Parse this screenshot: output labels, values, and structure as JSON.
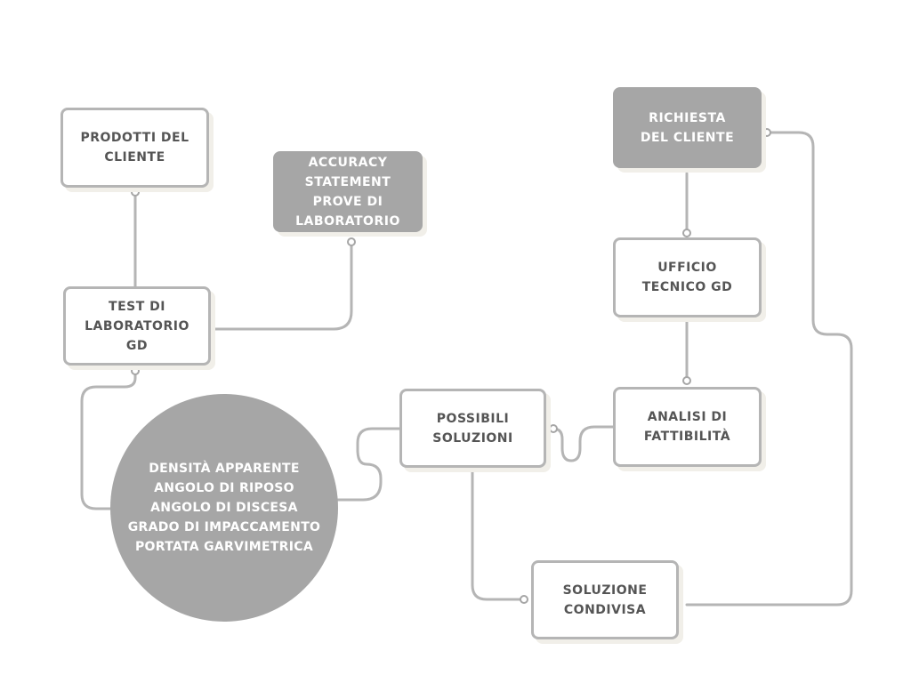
{
  "nodes": {
    "prodotti_cliente": "PRODOTTI DEL\nCLIENTE",
    "accuracy_statement": "ACCURACY\nSTATEMENT\nPROVE DI\nLABORATORIO",
    "test_laboratorio": "TEST DI\nLABORATORIO\nGD",
    "richiesta_cliente": "RICHIESTA\nDEL CLIENTE",
    "ufficio_tecnico": "UFFICIO\nTECNICO GD",
    "analisi_fattibilita": "ANALISI DI\nFATTIBILITÀ",
    "possibili_soluzioni": "POSSIBILI\nSOLUZIONI",
    "soluzione_condivisa": "SOLUZIONE\nCONDIVISA",
    "proprieta": "DENSITÀ APPARENTE\nANGOLO DI RIPOSO\nANGOLO DI DISCESA\nGRADO DI IMPACCAMENTO\nPORTATA GARVIMETRICA"
  },
  "colors": {
    "line": "#b5b5b5",
    "filled": "#a6a6a6",
    "text": "#555555"
  }
}
